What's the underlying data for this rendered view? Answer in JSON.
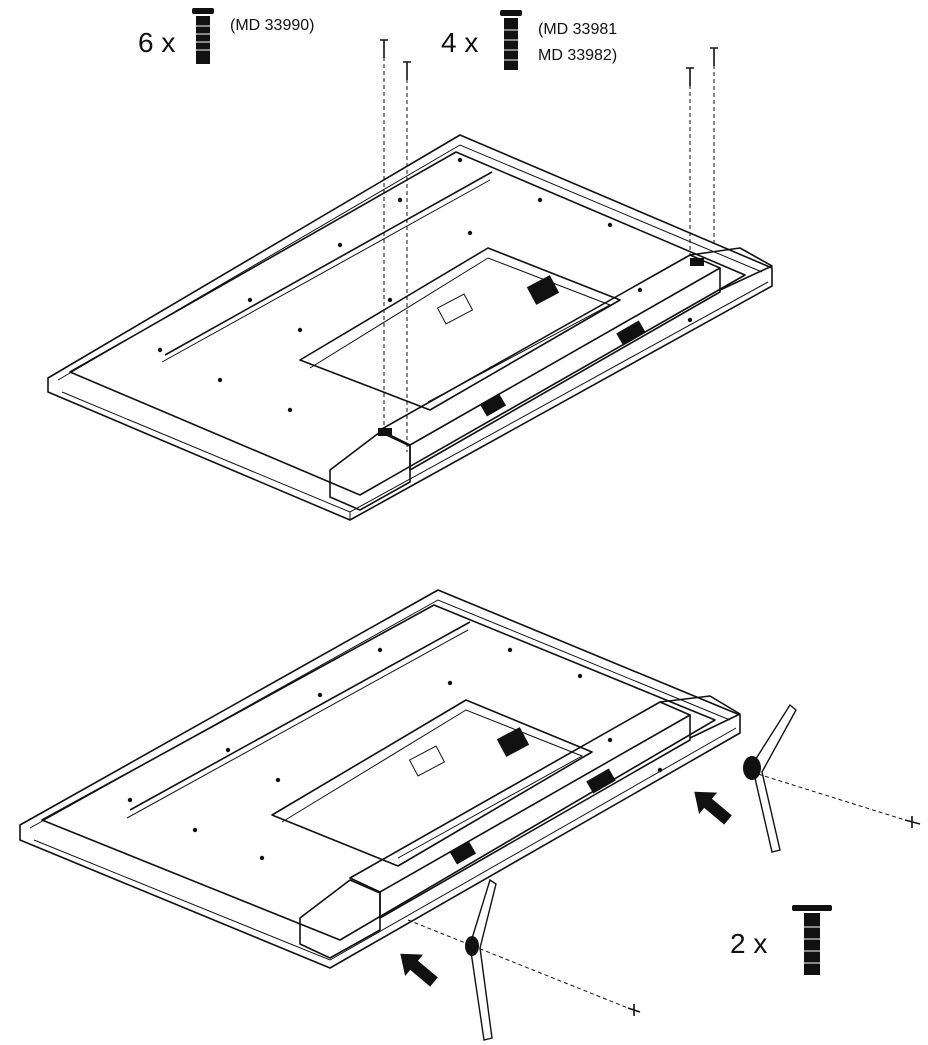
{
  "step1": {
    "screws_a": {
      "quantity": "6 x",
      "part": "(MD 33990)"
    },
    "screws_b": {
      "quantity": "4 x",
      "part_line1": "(MD 33981",
      "part_line2": "MD 33982)"
    }
  },
  "step2": {
    "screws_c": {
      "quantity": "2 x"
    }
  },
  "colors": {
    "line": "#111111",
    "background": "#ffffff"
  },
  "icons": [
    "screw-icon",
    "tv-back-panel",
    "stand-leg",
    "insert-arrow-icon"
  ]
}
